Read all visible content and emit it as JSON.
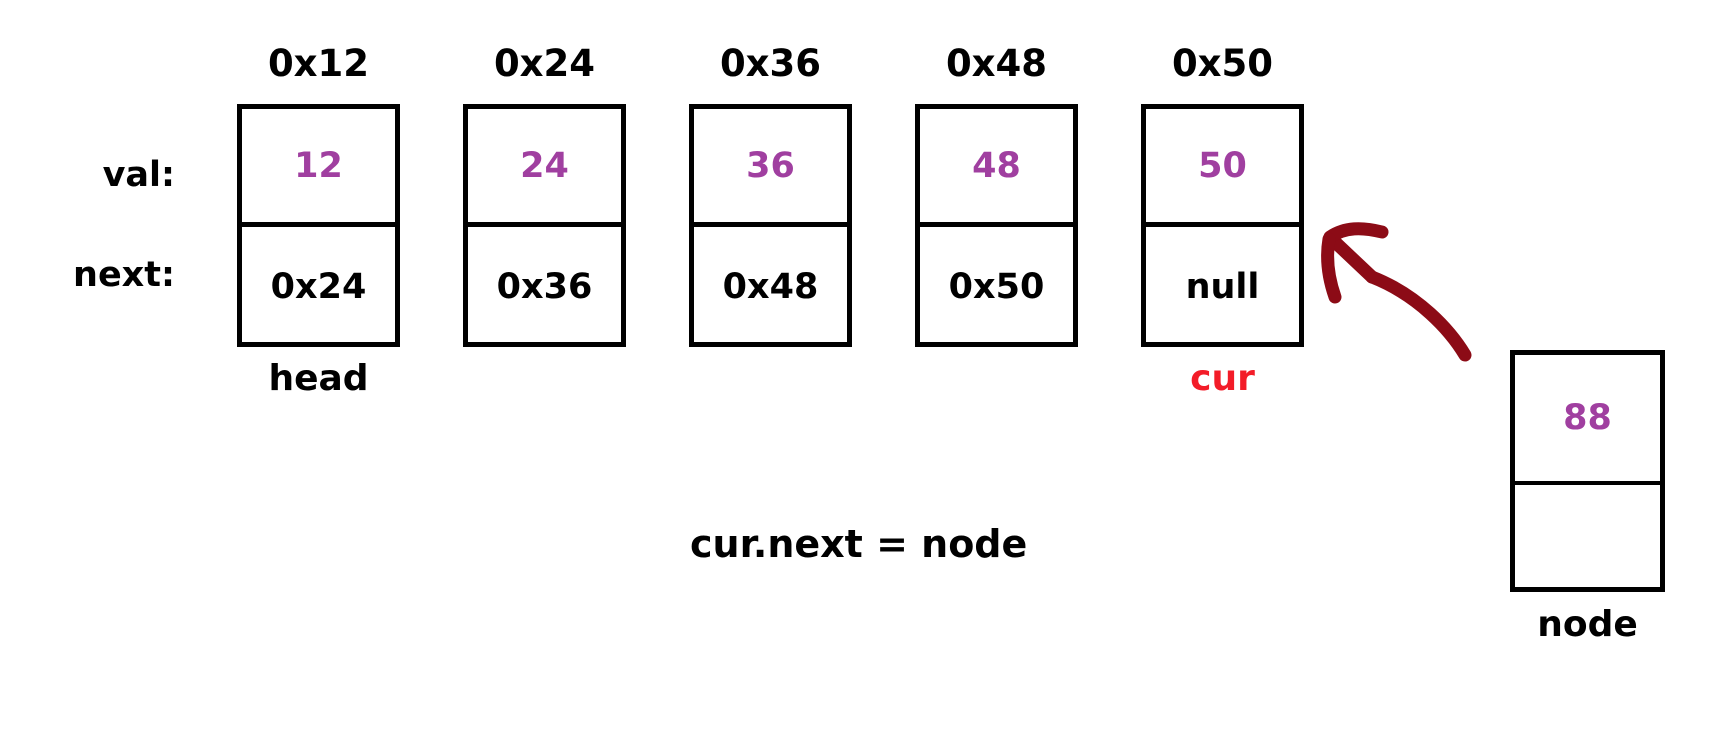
{
  "diagram": {
    "title_caption": "cur.next = node",
    "row_labels": {
      "val": "val:",
      "next": "next:"
    },
    "colors": {
      "value_text": "#a03fa0",
      "address_text": "#000000",
      "box_border": "#000000",
      "cur_pointer": "#f31c28",
      "head_pointer": "#000000",
      "arrow": "#8c0b16",
      "background": "#ffffff"
    },
    "list_nodes": [
      {
        "address": "0x12",
        "val": "12",
        "next": "0x24",
        "pointer": "head"
      },
      {
        "address": "0x24",
        "val": "24",
        "next": "0x36",
        "pointer": ""
      },
      {
        "address": "0x36",
        "val": "36",
        "next": "0x48",
        "pointer": ""
      },
      {
        "address": "0x48",
        "val": "48",
        "next": "0x50",
        "pointer": ""
      },
      {
        "address": "0x50",
        "val": "50",
        "next": "null",
        "pointer": "cur"
      }
    ],
    "new_node": {
      "val": "88",
      "next": "",
      "pointer": "node"
    },
    "annotations": {
      "arrow_name": "curved-arrow-node-to-cur"
    }
  }
}
